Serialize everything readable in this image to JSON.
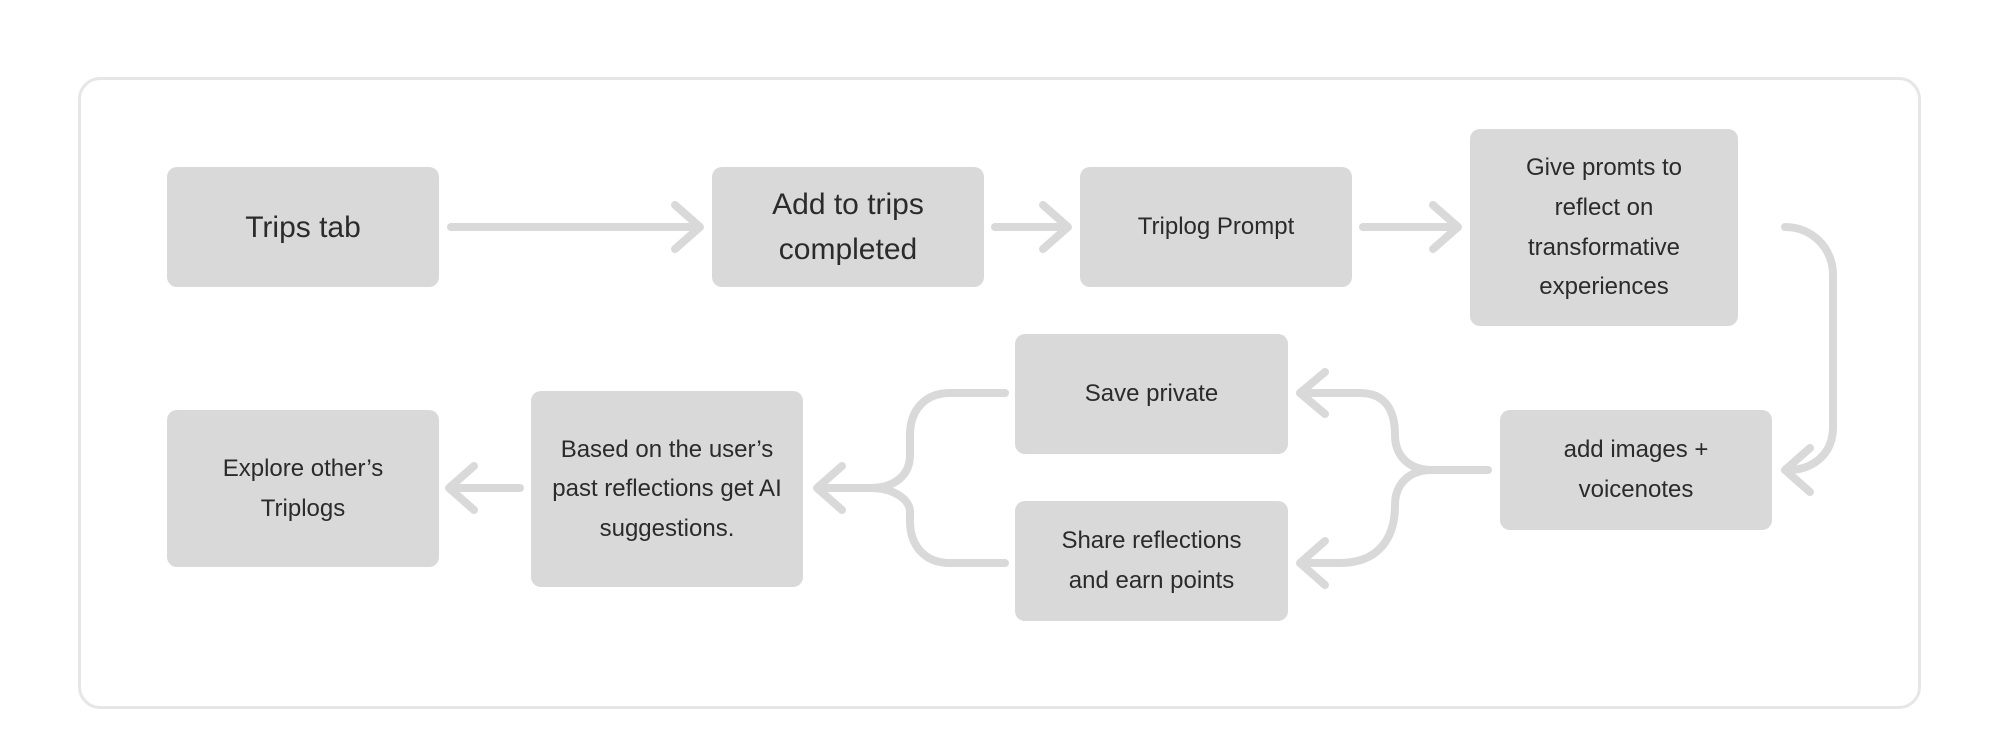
{
  "diagram": {
    "type": "flowchart",
    "colors": {
      "node_fill": "#d9d9d9",
      "connector": "#d9d9d9",
      "frame_border": "#e6e6e6",
      "text": "#2b2b2b"
    },
    "nodes": {
      "trips_tab": "Trips tab",
      "add_to_trips": "Add to trips completed",
      "triplog_prompt": "Triplog Prompt",
      "give_prompts": "Give promts to reflect on transformative experiences",
      "add_images": "add images + voicenotes",
      "save_private": "Save private",
      "share_reflections": "Share reflections and earn points",
      "ai_suggestions": "Based on the user’s past reflections get AI suggestions.",
      "explore": "Explore other’s Triplogs"
    },
    "edges": [
      {
        "from": "trips_tab",
        "to": "add_to_trips"
      },
      {
        "from": "add_to_trips",
        "to": "triplog_prompt"
      },
      {
        "from": "triplog_prompt",
        "to": "give_prompts"
      },
      {
        "from": "give_prompts",
        "to": "add_images"
      },
      {
        "from": "add_images",
        "to": "save_private"
      },
      {
        "from": "add_images",
        "to": "share_reflections"
      },
      {
        "from": "save_private",
        "to": "ai_suggestions"
      },
      {
        "from": "share_reflections",
        "to": "ai_suggestions"
      },
      {
        "from": "ai_suggestions",
        "to": "explore"
      }
    ]
  }
}
